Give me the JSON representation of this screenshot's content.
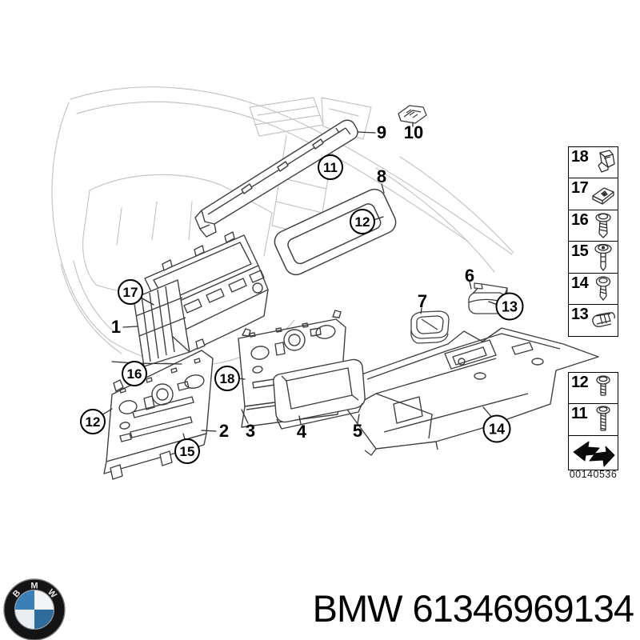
{
  "page": {
    "background": "#ffffff",
    "line_color": "#404040",
    "faint_line_color": "#c5c5c5"
  },
  "diagram": {
    "callouts": {
      "plain": [
        {
          "label": "1"
        },
        {
          "label": "2"
        },
        {
          "label": "3"
        },
        {
          "label": "4"
        },
        {
          "label": "5"
        },
        {
          "label": "6"
        },
        {
          "label": "7"
        },
        {
          "label": "8"
        },
        {
          "label": "9"
        },
        {
          "label": "10"
        }
      ],
      "circled": [
        {
          "label": "11"
        },
        {
          "label": "12"
        },
        {
          "label": "17"
        },
        {
          "label": "16"
        },
        {
          "label": "12"
        },
        {
          "label": "15"
        },
        {
          "label": "18"
        },
        {
          "label": "13"
        },
        {
          "label": "14"
        }
      ]
    },
    "sidebar": {
      "items": [
        {
          "label": "18",
          "icon": "sheet-metal-clip"
        },
        {
          "label": "17",
          "icon": "speed-nut-clip"
        },
        {
          "label": "16",
          "icon": "flange-screw"
        },
        {
          "label": "15",
          "icon": "washer-head-screw"
        },
        {
          "label": "14",
          "icon": "pan-head-screw"
        },
        {
          "label": "13",
          "icon": "barrel-clip"
        },
        {
          "label": "12",
          "icon": "short-machine-screw"
        },
        {
          "label": "11",
          "icon": "long-machine-screw"
        }
      ],
      "arrow_icon": "direction-arrow",
      "diagram_number": "00140536"
    }
  },
  "footer": {
    "brand": "BMW",
    "part_number": "61346969134",
    "logo": {
      "letters": [
        "B",
        "M",
        "W"
      ],
      "blue": "#3a7fb7",
      "dark_blue": "#2e6c9e",
      "ring": "#141414"
    }
  }
}
